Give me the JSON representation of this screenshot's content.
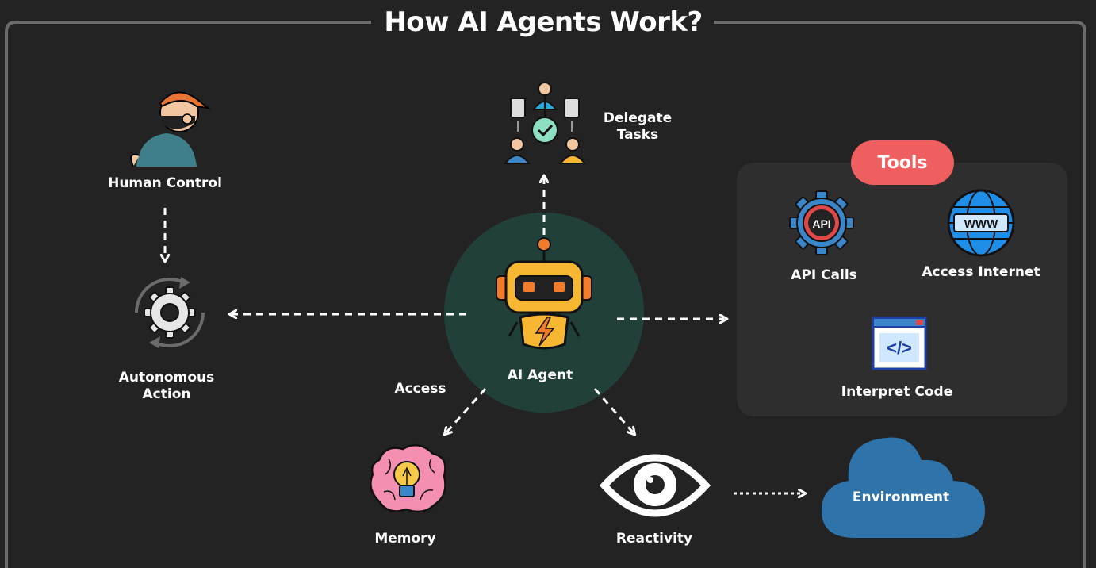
{
  "title": "How AI Agents Work?",
  "nodes": {
    "agent": "AI Agent",
    "human_control": "Human Control",
    "autonomous_action": "Autonomous\nAction",
    "delegate_tasks": "Delegate\nTasks",
    "memory": "Memory",
    "reactivity": "Reactivity",
    "environment": "Environment"
  },
  "edge_labels": {
    "access": "Access"
  },
  "tools": {
    "heading": "Tools",
    "items": [
      "API Calls",
      "Access Internet",
      "Interpret Code"
    ],
    "api_badge": "API",
    "www_badge": "WWW",
    "code_badge": "</>"
  },
  "colors": {
    "background": "#232323",
    "frame": "#6b6b6b",
    "agent_circle": "#22403a",
    "tools_panel": "#2e2e2e",
    "tools_pill": "#ef5f5f",
    "cloud": "#2e73aa",
    "robot_body": "#f7b733",
    "gear_icon": "#3a86c8",
    "globe_icon": "#1f8ee8"
  },
  "icons": [
    "human-avatar-icon",
    "gear-icon",
    "delegate-team-icon",
    "robot-icon",
    "api-gear-icon",
    "globe-icon",
    "code-window-icon",
    "brain-bulb-icon",
    "eye-icon",
    "cloud-icon"
  ]
}
